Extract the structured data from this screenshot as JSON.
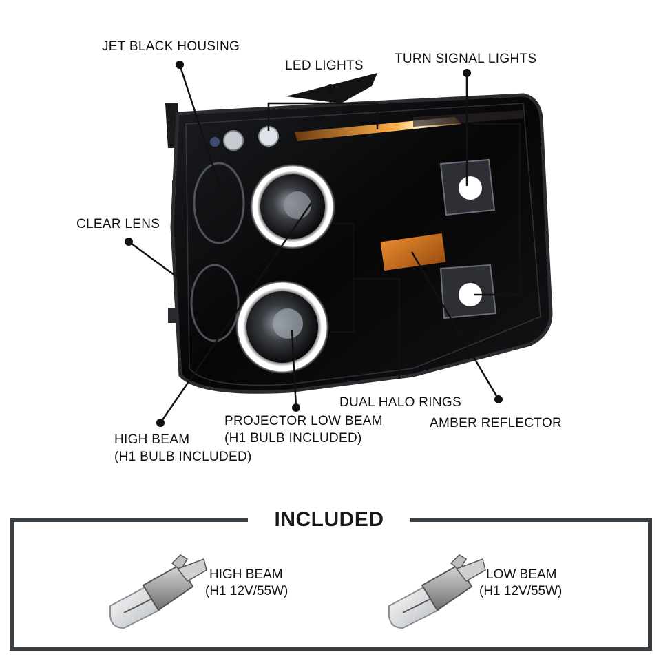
{
  "callouts": {
    "jet_black_housing": "JET BLACK HOUSING",
    "led_lights": "LED LIGHTS",
    "turn_signal_lights": "TURN SIGNAL LIGHTS",
    "clear_lens": "CLEAR LENS",
    "dual_halo_rings": "DUAL HALO RINGS",
    "amber_reflector": "AMBER REFLECTOR",
    "projector_low_beam": {
      "line1": "PROJECTOR LOW BEAM",
      "line2": "(H1 BULB INCLUDED)"
    },
    "high_beam": {
      "line1": "HIGH BEAM",
      "line2": "(H1 BULB INCLUDED)"
    }
  },
  "included": {
    "title": "INCLUDED",
    "bulbs": [
      {
        "line1": "HIGH BEAM",
        "line2": "(H1 12V/55W)"
      },
      {
        "line1": "LOW BEAM",
        "line2": "(H1 12V/55W)"
      }
    ]
  },
  "colors": {
    "housing": "#0b0b0d",
    "amber": "#c86a1a",
    "halo": "#f4f7ff",
    "frame": "#3a3f44",
    "leader": "#111111"
  }
}
